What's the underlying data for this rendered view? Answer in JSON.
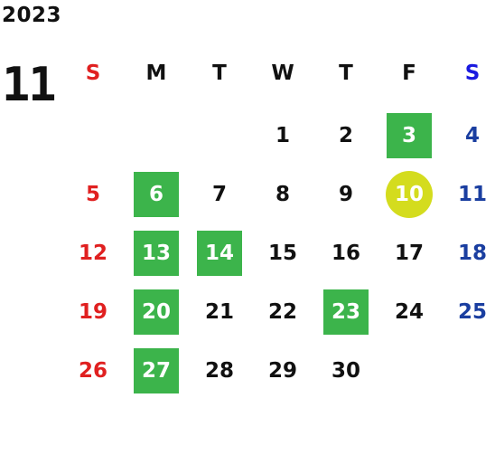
{
  "calendar": {
    "year": "2023",
    "month": "11",
    "weekdays": [
      {
        "label": "S",
        "color": "#e02020"
      },
      {
        "label": "M",
        "color": "#111111"
      },
      {
        "label": "T",
        "color": "#111111"
      },
      {
        "label": "W",
        "color": "#111111"
      },
      {
        "label": "T",
        "color": "#111111"
      },
      {
        "label": "F",
        "color": "#111111"
      },
      {
        "label": "S",
        "color": "#1a1ae0"
      }
    ],
    "days": [
      {
        "label": "1"
      },
      {
        "label": "2"
      },
      {
        "label": "3",
        "state": "highlight"
      },
      {
        "label": "4"
      },
      {
        "label": "5"
      },
      {
        "label": "6",
        "state": "highlight"
      },
      {
        "label": "7"
      },
      {
        "label": "8"
      },
      {
        "label": "9"
      },
      {
        "label": "10",
        "state": "today"
      },
      {
        "label": "11"
      },
      {
        "label": "12"
      },
      {
        "label": "13",
        "state": "highlight"
      },
      {
        "label": "14",
        "state": "highlight"
      },
      {
        "label": "15"
      },
      {
        "label": "16"
      },
      {
        "label": "17"
      },
      {
        "label": "18"
      },
      {
        "label": "19"
      },
      {
        "label": "20",
        "state": "highlight"
      },
      {
        "label": "21"
      },
      {
        "label": "22"
      },
      {
        "label": "23",
        "state": "highlight"
      },
      {
        "label": "24"
      },
      {
        "label": "25"
      },
      {
        "label": "26"
      },
      {
        "label": "27",
        "state": "highlight"
      },
      {
        "label": "28"
      },
      {
        "label": "29"
      },
      {
        "label": "30"
      }
    ],
    "colors": {
      "sunday": "#e02020",
      "saturday": "#1a3ea0",
      "weekday": "#111111",
      "highlight_bg": "#3cb44b",
      "today_bg": "#d4dc1e",
      "marked_text": "#ffffff"
    }
  }
}
